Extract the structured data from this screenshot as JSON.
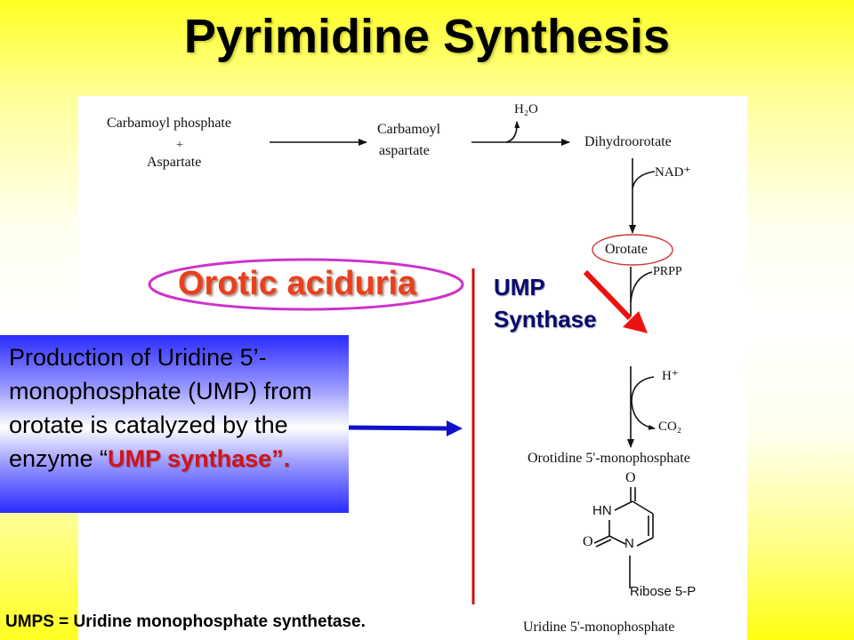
{
  "title": "Pyrimidine Synthesis",
  "pathway": {
    "carbamoyl_phosphate": "Carbamoyl phosphate",
    "plus": "+",
    "aspartate": "Aspartate",
    "carbamoyl_aspartate_line1": "Carbamoyl",
    "carbamoyl_aspartate_line2": "aspartate",
    "h2o": "H₂O",
    "dihydroorotate": "Dihydroorotate",
    "nad": "NAD⁺",
    "orotate": "Orotate",
    "prpp": "PRPP",
    "h_plus": "H⁺",
    "co2": "CO₂",
    "omp": "Orotidine 5'-monophosphate",
    "ring_o_top": "O",
    "ring_hn": "HN",
    "ring_o_left": "O",
    "ring_n": "N",
    "ribose": "Ribose  5-P",
    "ump": "Uridine 5'-monophosphate"
  },
  "labels": {
    "orotic_aciduria": "Orotic aciduria",
    "ump_synthase_line1": "UMP",
    "ump_synthase_line2": "Synthase"
  },
  "infobox": {
    "text_plain": "Production of Uridine 5’-monophosphate (UMP) from orotate is catalyzed by the enzyme “",
    "text_highlight": "UMP synthase",
    "text_end": "”."
  },
  "footer": {
    "abbr": "UMPS",
    "definition": " = Uridine monophosphate synthetase."
  },
  "colors": {
    "title": "#000000",
    "orotic": "#e8401c",
    "ellipse_magenta": "#cc33cc",
    "ump_synthase": "#0a0a6a",
    "red_arrow": "#ee1111",
    "red_line": "#cc1111",
    "blue_arrow": "#1111cc",
    "orotate_ellipse": "#cc3333",
    "highlight_red": "#d0141a"
  }
}
